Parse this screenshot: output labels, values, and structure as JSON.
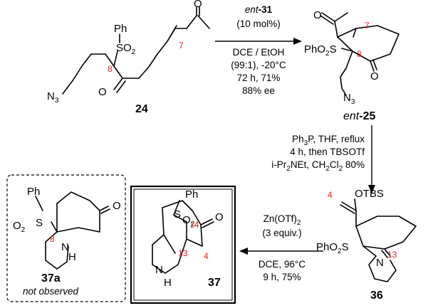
{
  "compounds": {
    "c24": {
      "label": "24",
      "atoms": {
        "ph": "Ph",
        "so2": "SO",
        "so2_sub": "2",
        "o_ketone": "O",
        "o_enone": "O",
        "n3": "N",
        "n3_sub": "3"
      },
      "numbers": {
        "n8": "8",
        "n7": "7"
      }
    },
    "c25": {
      "label_prefix": "ent",
      "label_num": "-25",
      "atoms": {
        "o_acetyl": "O",
        "sulfonyl": "PhO",
        "sulfonyl_sub": "2",
        "sulfonyl_s": "S",
        "o_ring": "O",
        "n3": "N",
        "n3_sub": "3"
      },
      "numbers": {
        "n7": "7",
        "n8": "8"
      }
    },
    "c36": {
      "label": "36",
      "atoms": {
        "otbs": "OTBS",
        "sulfonyl": "PhO",
        "sulfonyl_sub": "2",
        "sulfonyl_s": "S",
        "n": "N"
      },
      "numbers": {
        "n4": "4",
        "n13": "13"
      }
    },
    "c37": {
      "label": "37",
      "atoms": {
        "ph": "Ph",
        "s": "S",
        "o2": "O",
        "o2_sub": "2",
        "o_ketone": "O",
        "n": "N",
        "h": "H"
      },
      "numbers": {
        "n14": "14",
        "n13": "13",
        "n4": "4"
      }
    },
    "c37a": {
      "label": "37a",
      "note": "not observed",
      "atoms": {
        "ph": "Ph",
        "o2": "O",
        "o2_sub": "2",
        "s": "S",
        "o_ketone": "O",
        "n": "N",
        "h": "H"
      },
      "numbers": {
        "n8": "8"
      }
    }
  },
  "step1": {
    "catalyst_prefix": "ent",
    "catalyst_num": "-31",
    "loading": "(10 mol%)",
    "solvent": "DCE / EtOH",
    "temp": "(99:1), -20°C",
    "time_yield": "72 h, 71%",
    "ee": "88% ee"
  },
  "step2": {
    "line1_a": "Ph",
    "line1_sub": "3",
    "line1_b": "P, THF, reflux",
    "line2": "4 h, then TBSOTf",
    "line3_a": "i-Pr",
    "line3_sub1": "2",
    "line3_b": "NEt, CH",
    "line3_sub2": "2",
    "line3_c": "Cl",
    "line3_sub3": "2",
    "line3_d": " 80%"
  },
  "step3": {
    "reagent_a": "Zn(OTf)",
    "reagent_sub": "2",
    "equiv": "(3 equiv.)",
    "solvent_temp": "DCE, 96°C",
    "time_yield": "9 h, 75%"
  }
}
